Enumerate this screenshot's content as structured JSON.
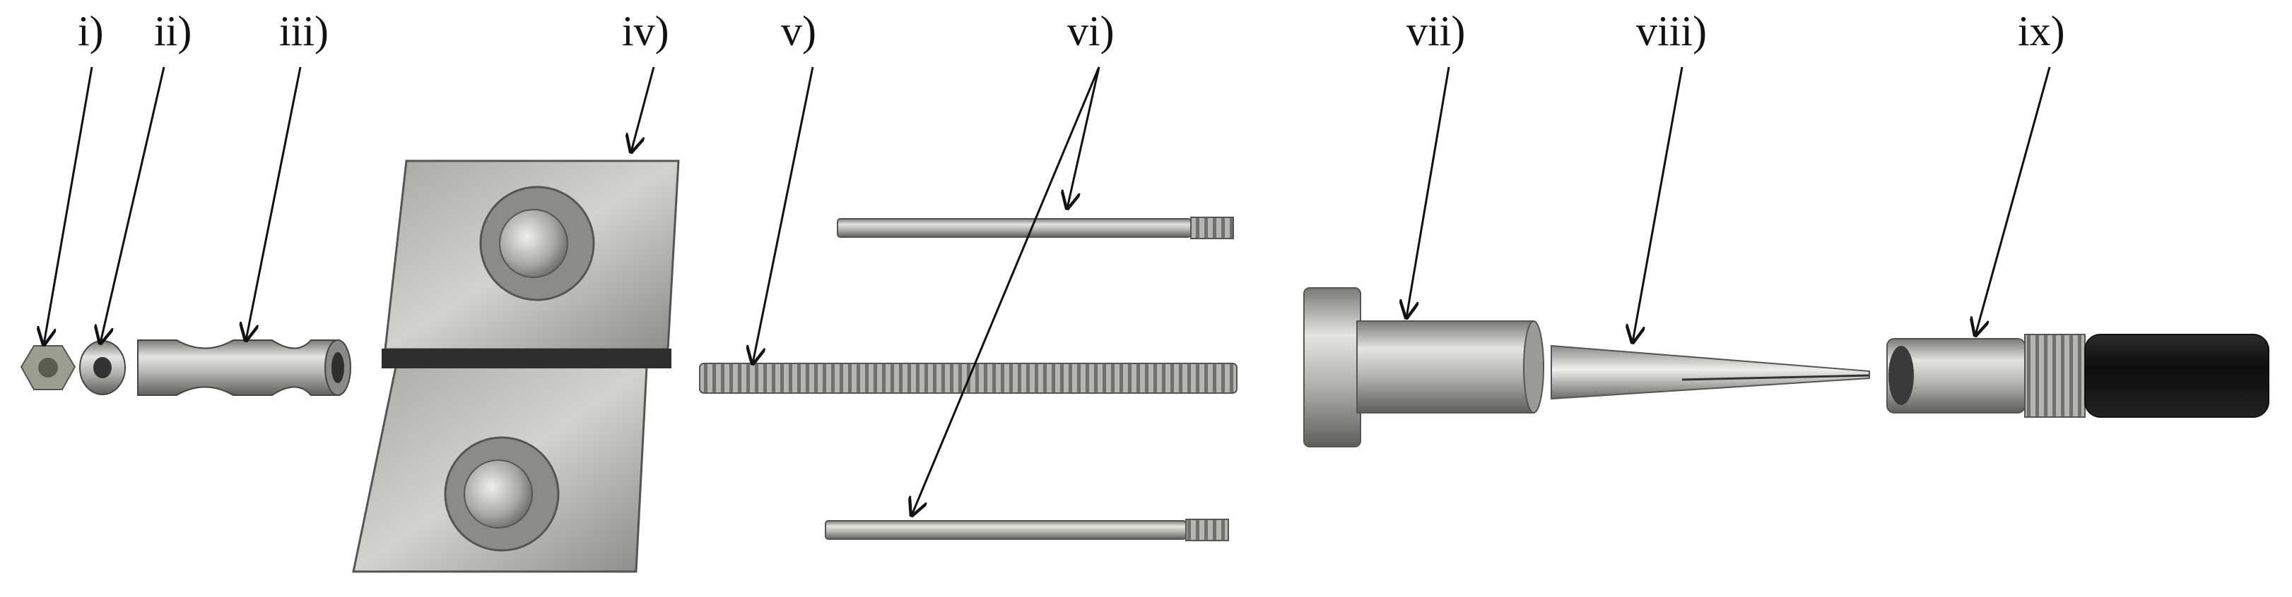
{
  "labels": [
    "i)",
    "ii)",
    "iii)",
    "iv)",
    "v)",
    "vi)",
    "vii)",
    "viii)",
    "ix)"
  ],
  "colors": {
    "background": "#ffffff",
    "steel_light": "#d8d8d6",
    "steel_mid": "#a9a9a6",
    "steel_dark": "#6f6f6b",
    "rubber_black": "#1a1a1a",
    "arrow": "#111111"
  }
}
